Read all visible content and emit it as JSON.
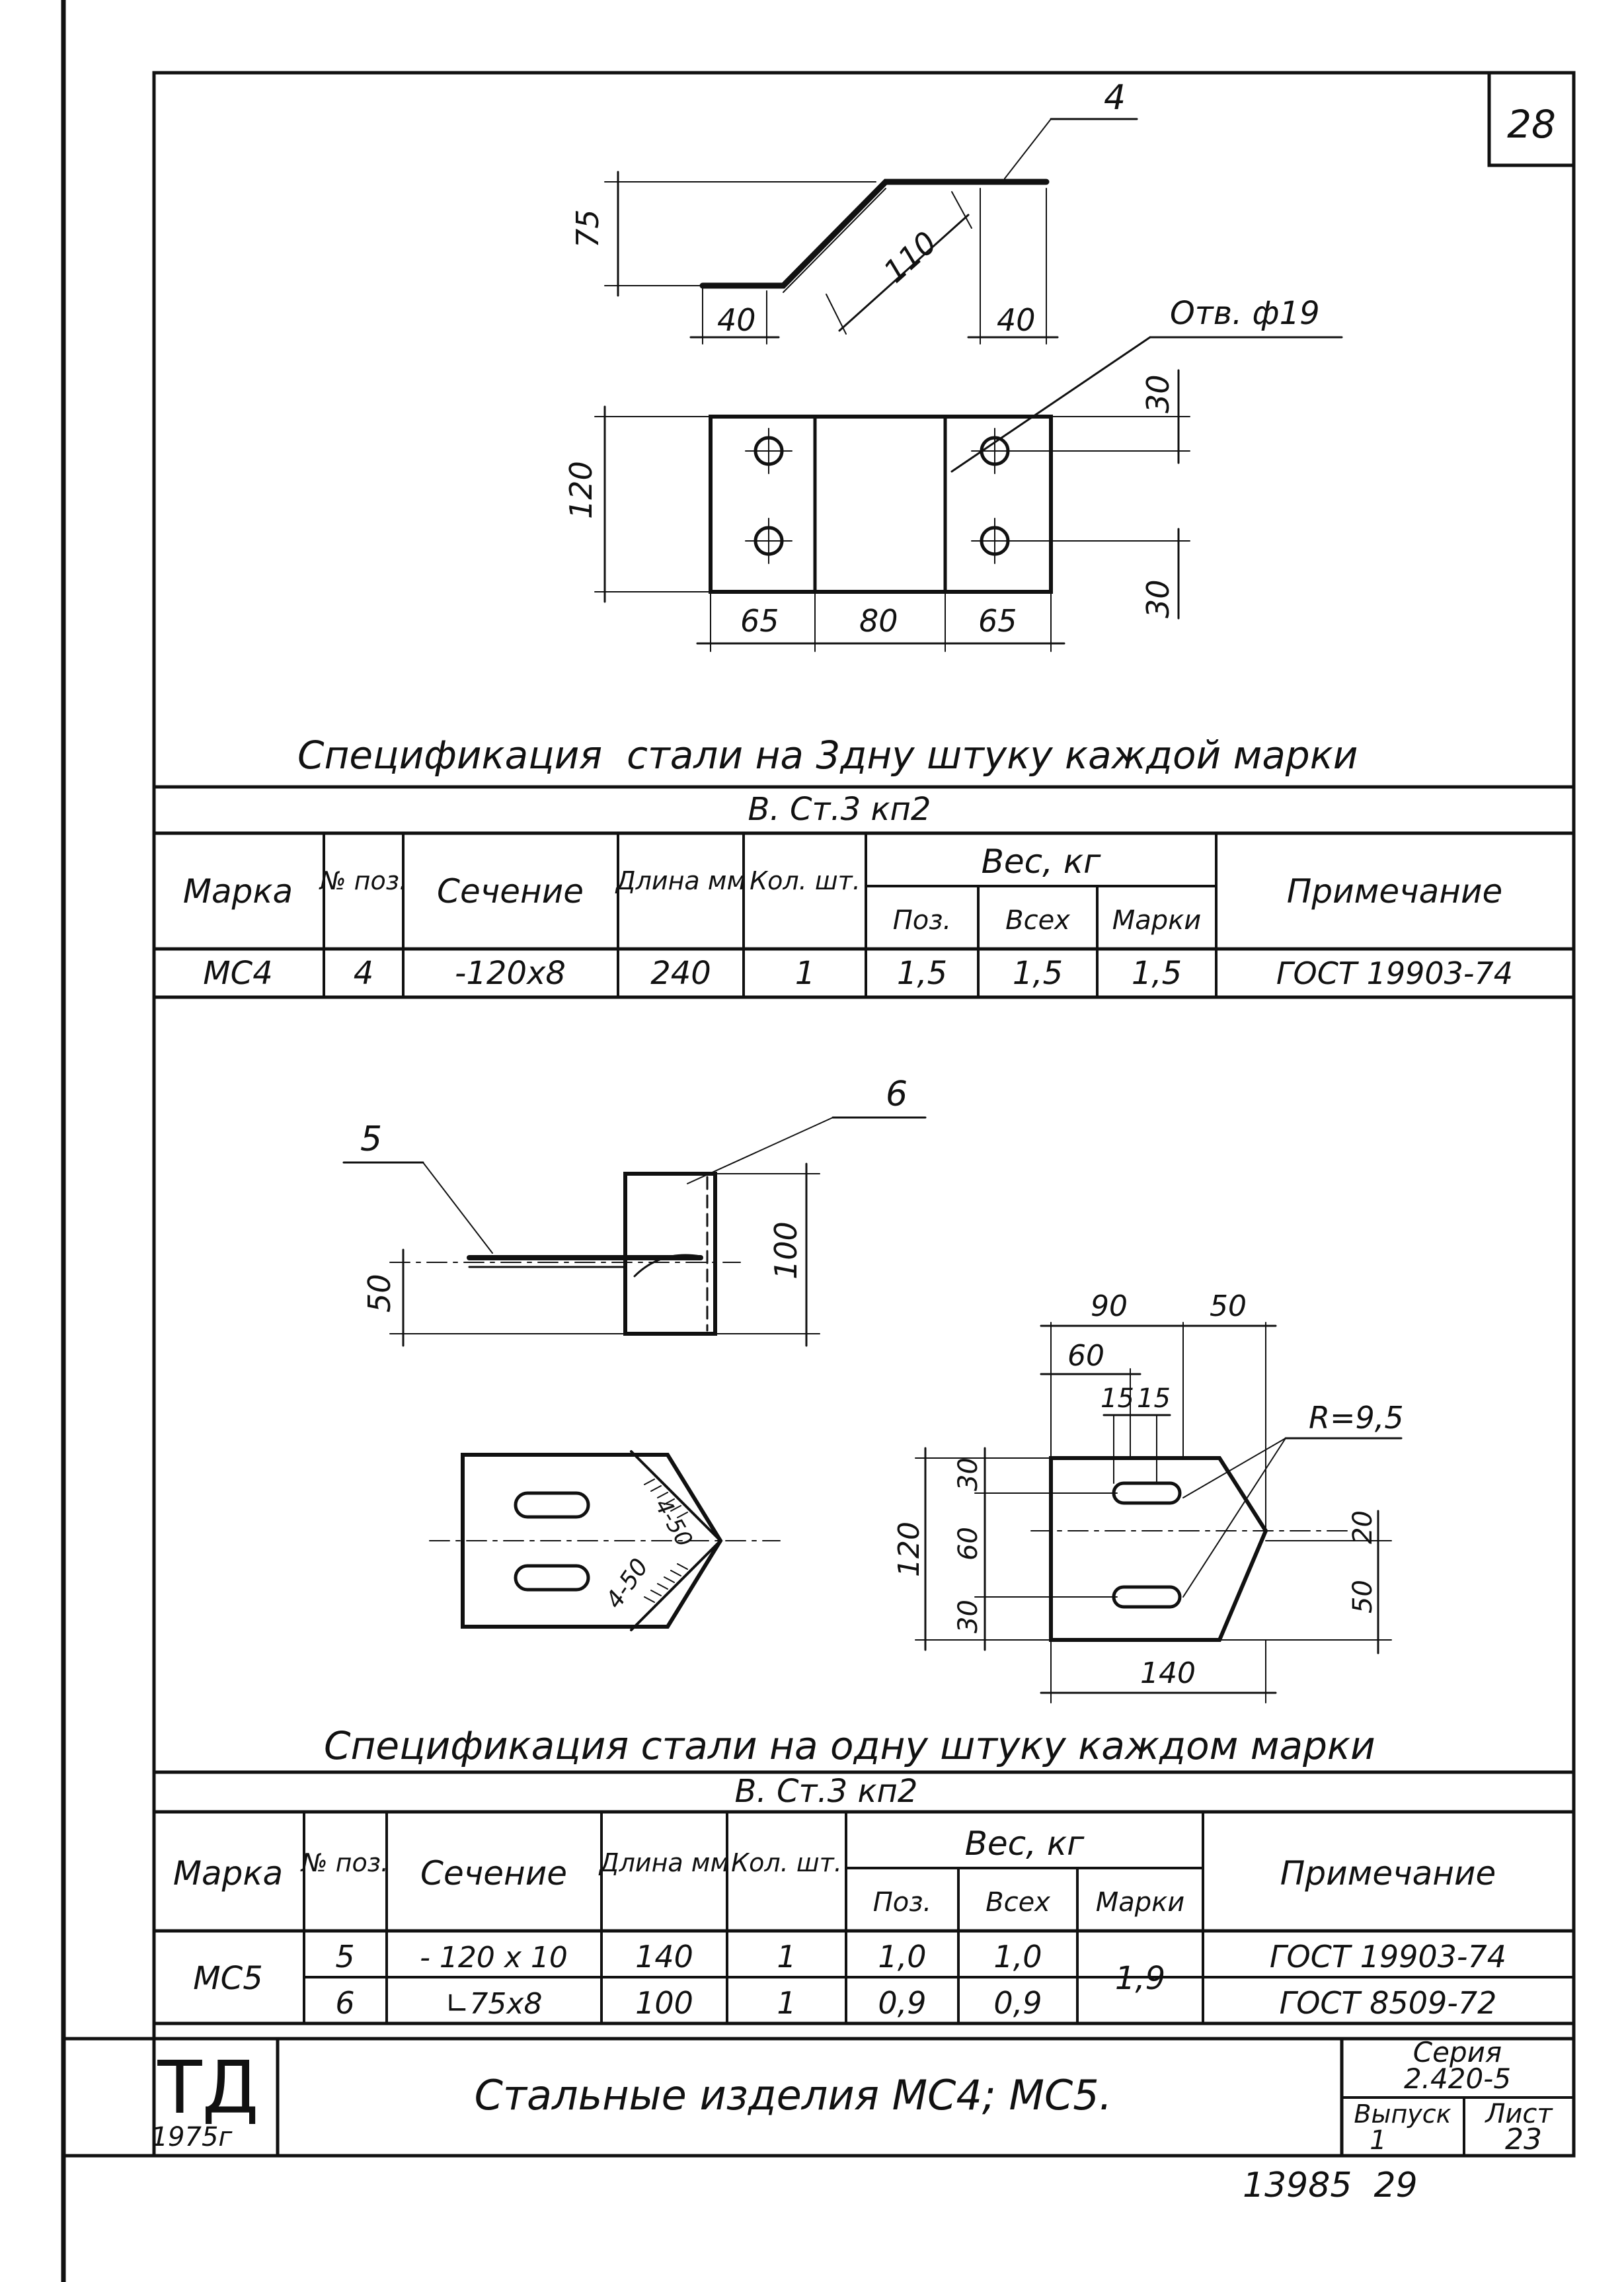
{
  "sheet_number": "28",
  "part1": {
    "callout_pos": "4",
    "hole_label": "Отв. ф19",
    "side_dims": {
      "height": "75",
      "slope": "110",
      "flange_left": "40",
      "flange_right": "40"
    },
    "plan_dims": {
      "height": "120",
      "edge_top": "30",
      "edge_bottom": "30",
      "w1": "65",
      "w2": "80",
      "w3": "65"
    }
  },
  "spec1": {
    "title": "Спецификация  стали на 3дну штуку каждой марки",
    "steel": "В. Ст.3 кп2",
    "headers": {
      "mark": "Марка",
      "pos": "№ поз.",
      "section": "Сечение",
      "length": "Длина мм",
      "qty": "Кол. шт.",
      "weight": "Вес, кг",
      "w_pos": "Поз.",
      "w_all": "Всех",
      "w_mark": "Марки",
      "note": "Примечание"
    },
    "rows": [
      {
        "mark": "МС4",
        "pos": "4",
        "section": "-120х8",
        "length": "240",
        "qty": "1",
        "w_pos": "1,5",
        "w_all": "1,5",
        "w_mark": "1,5",
        "note": "ГОСТ 19903-74"
      }
    ]
  },
  "part2": {
    "callout_5": "5",
    "callout_6": "6",
    "side_dims": {
      "height": "100",
      "offset": "50"
    },
    "weld_a": "4-50",
    "weld_b": "4-50",
    "plan_dims": {
      "d90": "90",
      "d50": "50",
      "d60": "60",
      "d15a": "15",
      "d15b": "15",
      "radius": "R=9,5",
      "h120": "120",
      "v30a": "30",
      "v60": "60",
      "v30b": "30",
      "d20": "20",
      "d50v": "50",
      "d140": "140"
    }
  },
  "spec2": {
    "title": "Спецификация стали на одну штуку каждом марки",
    "steel": "В. Ст.3 кп2",
    "headers": {
      "mark": "Марка",
      "pos": "№ поз.",
      "section": "Сечение",
      "length": "Длина мм",
      "qty": "Кол. шт.",
      "weight": "Вес, кг",
      "w_pos": "Поз.",
      "w_all": "Всех",
      "w_mark": "Марки",
      "note": "Примечание"
    },
    "mark": "МС5",
    "w_mark": "1,9",
    "rows": [
      {
        "pos": "5",
        "section": "- 120 х 10",
        "length": "140",
        "qty": "1",
        "w_pos": "1,0",
        "w_all": "1,0",
        "note": "ГОСТ 19903-74"
      },
      {
        "pos": "6",
        "section": "∟75х8",
        "length": "100",
        "qty": "1",
        "w_pos": "0,9",
        "w_all": "0,9",
        "note": "ГОСТ 8509-72"
      }
    ]
  },
  "title_block": {
    "logo": "ТД",
    "year": "1975г",
    "title": "Стальные изделия МС4; МС5.",
    "series_label": "Серия",
    "series_value": "2.420-5",
    "issue_label": "Выпуск",
    "issue_value": "1",
    "sheet_label": "Лист",
    "sheet_value": "23"
  },
  "footer_stamp": "13985  29"
}
